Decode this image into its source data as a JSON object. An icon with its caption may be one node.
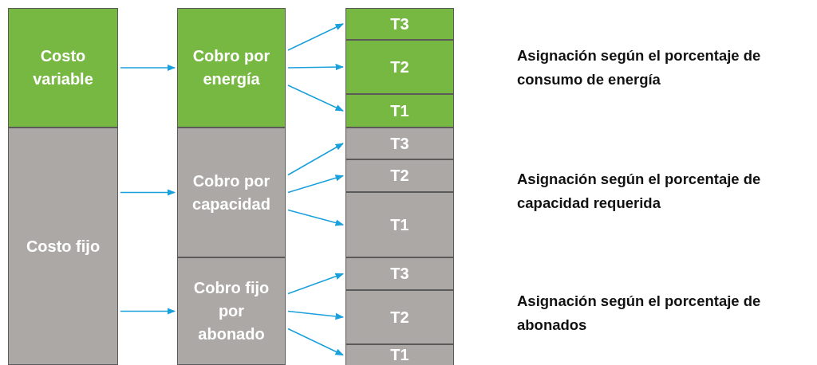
{
  "diagram": {
    "nodes": [
      {
        "text": [
          "Costo variable"
        ]
      },
      {
        "text": [
          "Costo fijo"
        ]
      },
      {
        "text": [
          "Cobro por energía"
        ]
      },
      {
        "text": [
          "Cobro por capacidad"
        ]
      },
      {
        "text": [
          "Cobro fijo por abonado"
        ]
      },
      {
        "text": [
          "T3"
        ]
      },
      {
        "text": [
          "T2"
        ]
      },
      {
        "text": [
          "T1"
        ]
      },
      {
        "text": [
          "T3"
        ]
      },
      {
        "text": [
          "T2"
        ]
      },
      {
        "text": [
          "T1"
        ]
      },
      {
        "text": [
          "T3"
        ]
      },
      {
        "text": [
          "T2"
        ]
      },
      {
        "text": [
          "T1"
        ]
      }
    ],
    "edges": [
      {
        "from": 0,
        "to": 2,
        "arrow": "to"
      },
      {
        "from": 1,
        "to": 3,
        "arrow": "to"
      },
      {
        "from": 1,
        "to": 4,
        "arrow": "to"
      },
      {
        "from": 2,
        "to": 5,
        "arrow": "to"
      },
      {
        "from": 2,
        "to": 6,
        "arrow": "to"
      },
      {
        "from": 2,
        "to": 7,
        "arrow": "to"
      },
      {
        "from": 3,
        "to": 8,
        "arrow": "to"
      },
      {
        "from": 3,
        "to": 9,
        "arrow": "to"
      },
      {
        "from": 3,
        "to": 10,
        "arrow": "to"
      },
      {
        "from": 4,
        "to": 11,
        "arrow": "to"
      },
      {
        "from": 4,
        "to": 12,
        "arrow": "to"
      },
      {
        "from": 4,
        "to": 13,
        "arrow": "to"
      }
    ],
    "labels": [
      "Asignación según el porcentaje de consumo de energía",
      "Asignación según el porcentaje de capacidad requerida",
      "Asignación según el porcentaje de abonados"
    ]
  }
}
